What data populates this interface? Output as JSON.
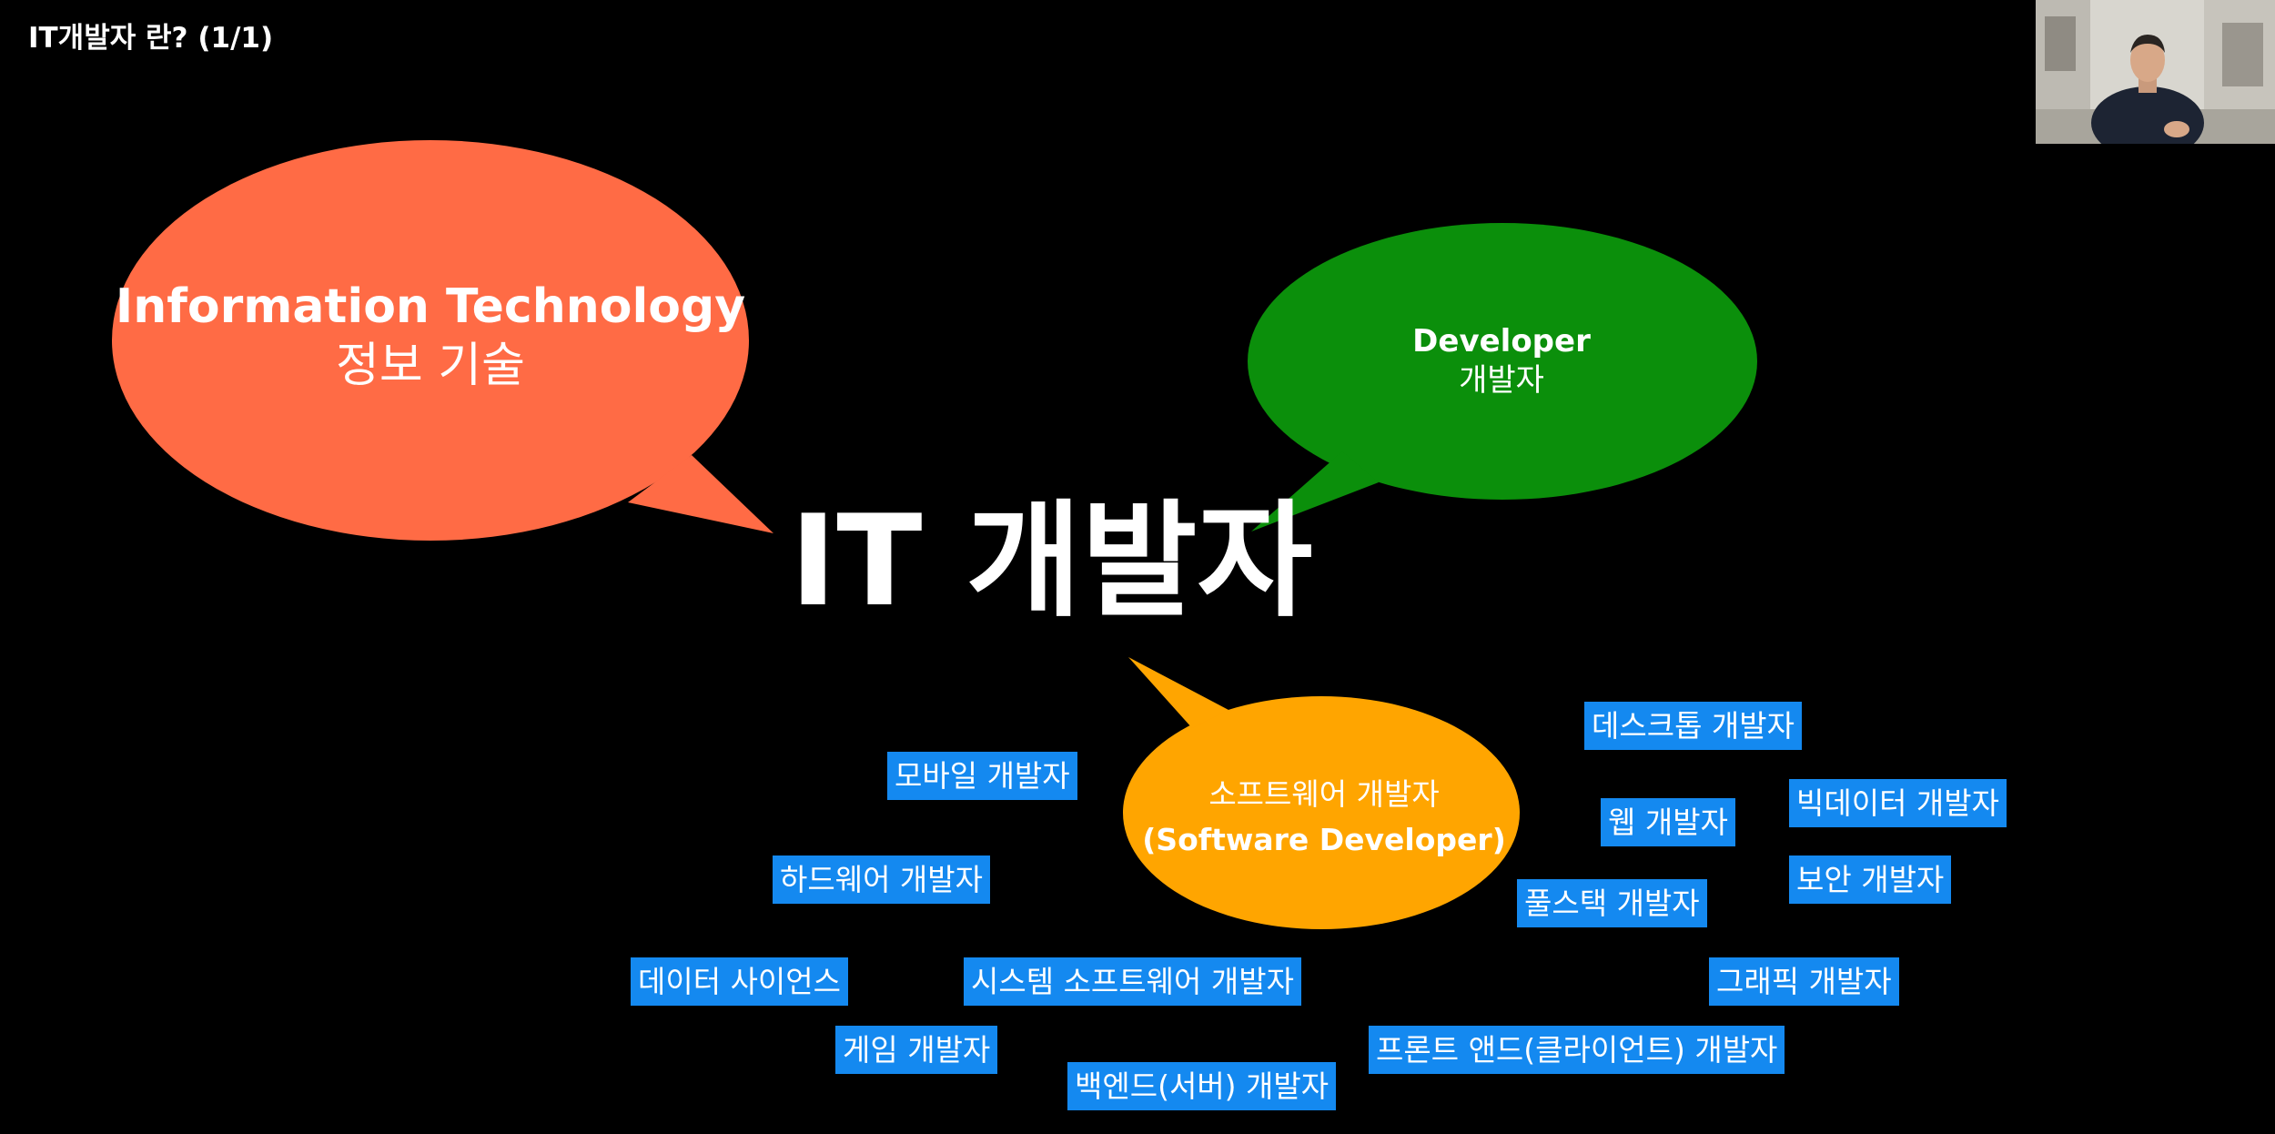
{
  "slide": {
    "title": "IT개발자 란? (1/1)",
    "center_title": "IT 개발자"
  },
  "webcam": {
    "icon": "presenter-video-icon"
  },
  "bubbles": {
    "information_technology": {
      "line1": "Information Technology",
      "line2": "정보 기술",
      "color": "#ff6b45"
    },
    "developer": {
      "line1": "Developer",
      "line2": "개발자",
      "color": "#0b8f0b"
    },
    "software_developer": {
      "line1": "소프트웨어 개발자",
      "line2": "(Software Developer)",
      "color": "#ffa500"
    }
  },
  "tags": {
    "color": "#1489f0",
    "mobile": "모바일 개발자",
    "hardware": "하드웨어 개발자",
    "data_science": "데이터 사이언스",
    "system_software": "시스템 소프트웨어 개발자",
    "game": "게임 개발자",
    "backend": "백엔드(서버) 개발자",
    "desktop": "데스크톱 개발자",
    "web": "웹 개발자",
    "bigdata": "빅데이터 개발자",
    "fullstack": "풀스택 개발자",
    "security": "보안 개발자",
    "graphics": "그래픽 개발자",
    "frontend": "프론트 앤드(클라이언트) 개발자"
  }
}
